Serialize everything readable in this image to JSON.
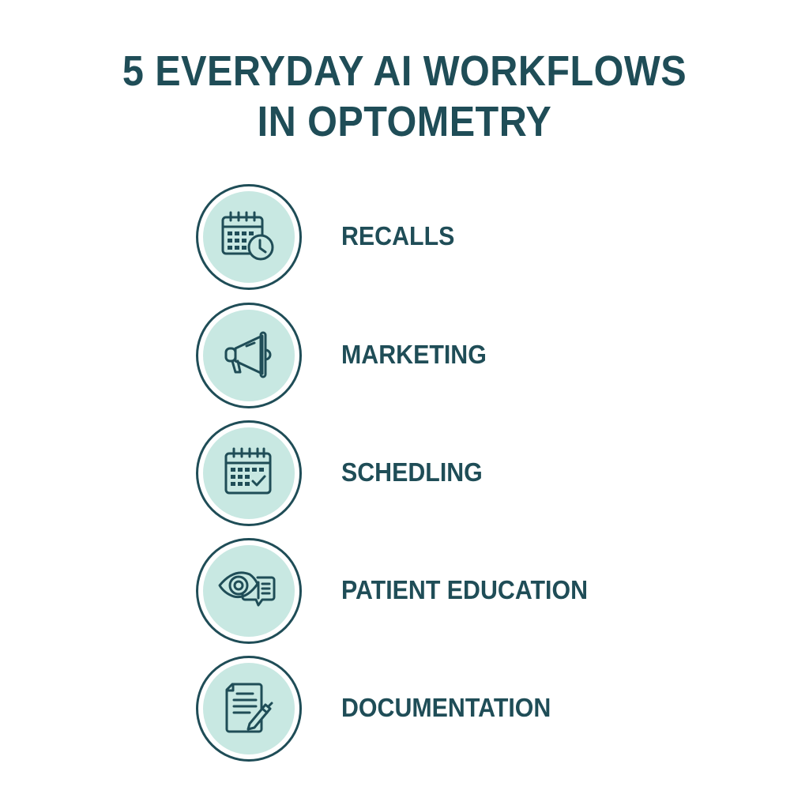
{
  "title": {
    "line1": "5 EVERYDAY AI WORKFLOWS",
    "line2": "IN OPTOMETRY"
  },
  "colors": {
    "text": "#1f4d57",
    "icon_fill": "#c8e8e2",
    "background": "#ffffff"
  },
  "items": [
    {
      "label": "RECALLS",
      "icon": "calendar-clock-icon"
    },
    {
      "label": "MARKETING",
      "icon": "megaphone-icon"
    },
    {
      "label": "SCHEDLING",
      "icon": "calendar-check-icon"
    },
    {
      "label": "PATIENT EDUCATION",
      "icon": "eye-chat-icon"
    },
    {
      "label": "DOCUMENTATION",
      "icon": "document-pen-icon"
    }
  ]
}
